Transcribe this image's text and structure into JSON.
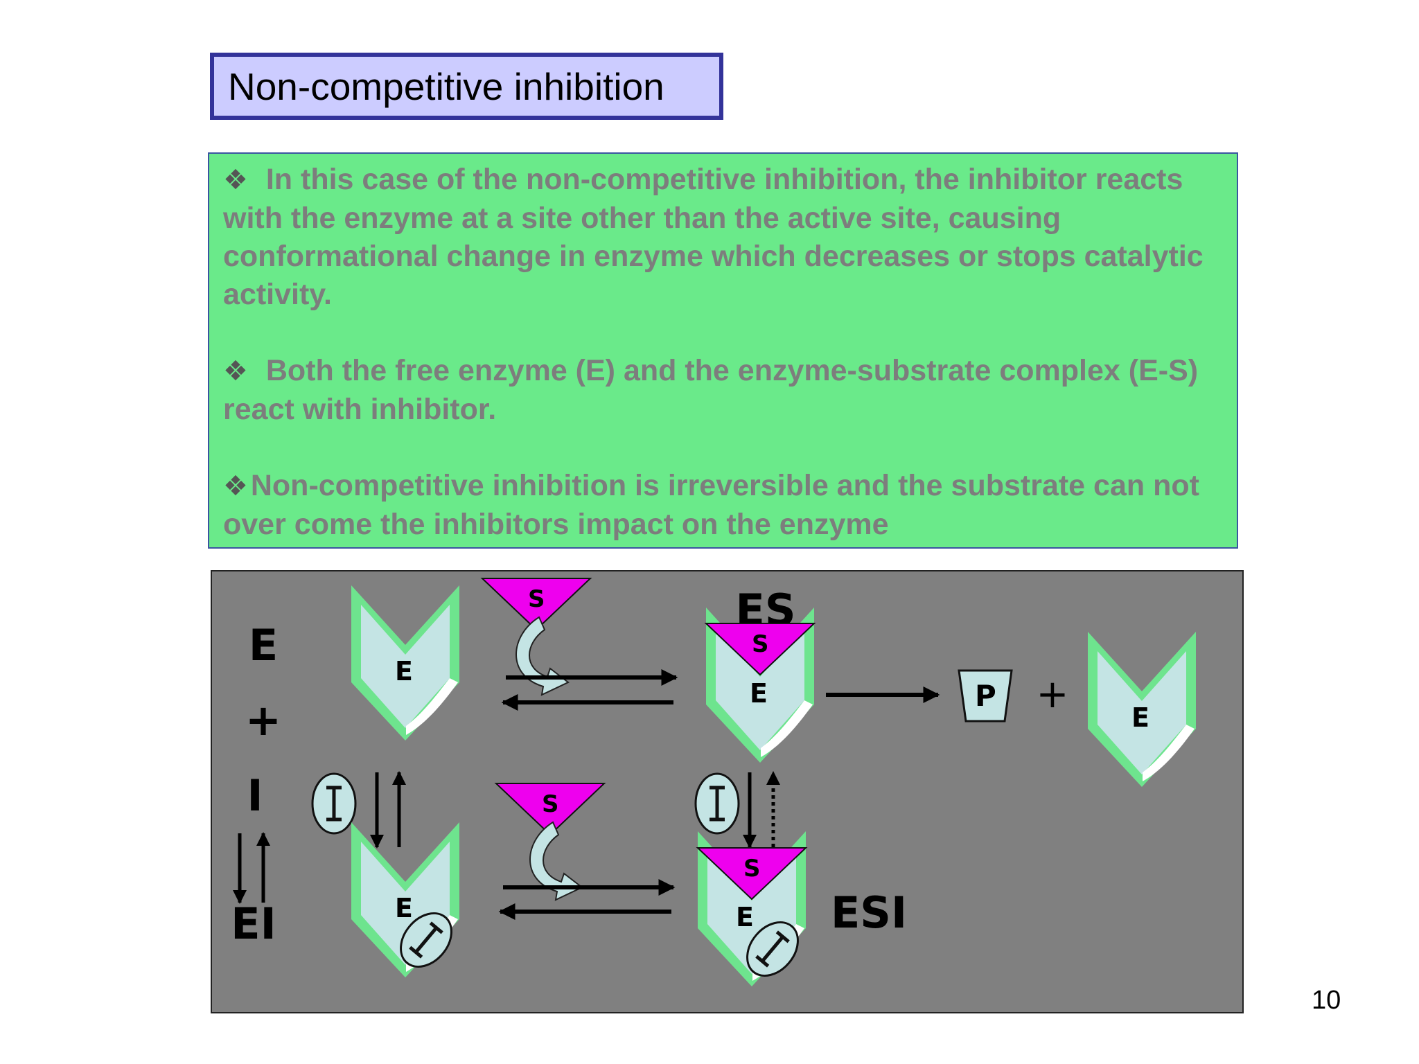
{
  "title": "Non-competitive inhibition",
  "bullets": [
    "In this case of  the non-competitive inhibition, the inhibitor reacts   with the enzyme at a site other than the active site, causing conformational change in enzyme which decreases or stops catalytic activity.",
    "Both the free enzyme (E) and the enzyme-substrate complex (E-S) react with inhibitor.",
    "Non-competitive inhibition is irreversible and the substrate can not over come the inhibitors impact on the enzyme"
  ],
  "diagram": {
    "labels": {
      "e": "E",
      "plus_left": "+",
      "i": "I",
      "ei": "EI",
      "es": "ES",
      "esi": "ESI",
      "plus_product": "+"
    },
    "shapes": {
      "enzyme": "E",
      "substrate": "S",
      "inhibitor": "I",
      "product": "P"
    },
    "colors": {
      "enzyme_fill": "#c4e4e4",
      "enzyme_rim": "#6ee48e",
      "substrate": "#ee00ee",
      "background": "#808080"
    }
  },
  "page_number": "10"
}
